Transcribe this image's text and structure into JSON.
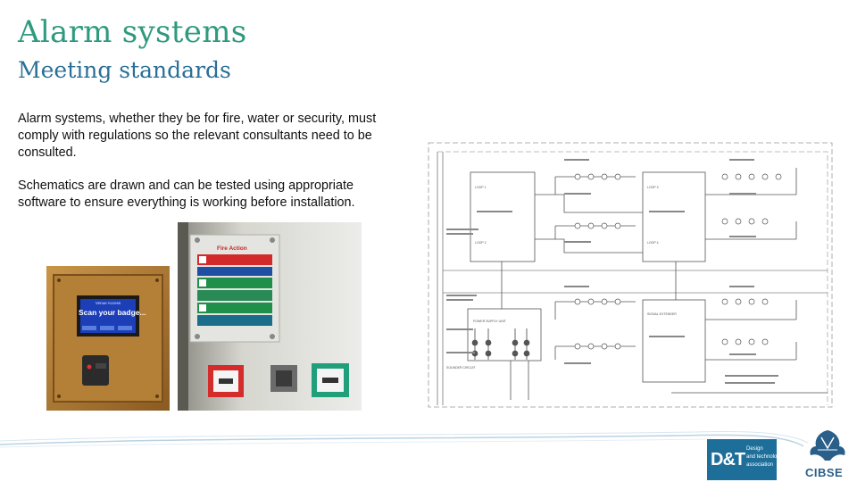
{
  "slide": {
    "title": "Alarm systems",
    "subtitle": "Meeting standards",
    "paragraphs": [
      "Alarm systems, whether they be for fire, water or security, must comply with regulations so the relevant consultants need to be consulted.",
      "Schematics are drawn and can be tested using appropriate software to ensure everything is working before installation."
    ]
  },
  "photo_badge": {
    "screen_header": "Venue Access",
    "screen_text": "Scan your badge..."
  },
  "photo_fire": {
    "sign_title": "Fire Action"
  },
  "schematic": {
    "labels": [
      "LOOP 1",
      "LOOP 2",
      "LOOP 3",
      "LOOP 4",
      "SIGNAL EXTENDER",
      "POWER SUPPLY UNIT",
      "SOUNDER CIRCUIT"
    ]
  },
  "logos": {
    "dt_letters": "D&T",
    "dt_tagline": [
      "Design",
      "and technology",
      "association"
    ],
    "cibse_text": "CIBSE"
  },
  "colors": {
    "title": "#2e9a7e",
    "subtitle": "#2a6f97",
    "dt_blue": "#1d6e99"
  }
}
